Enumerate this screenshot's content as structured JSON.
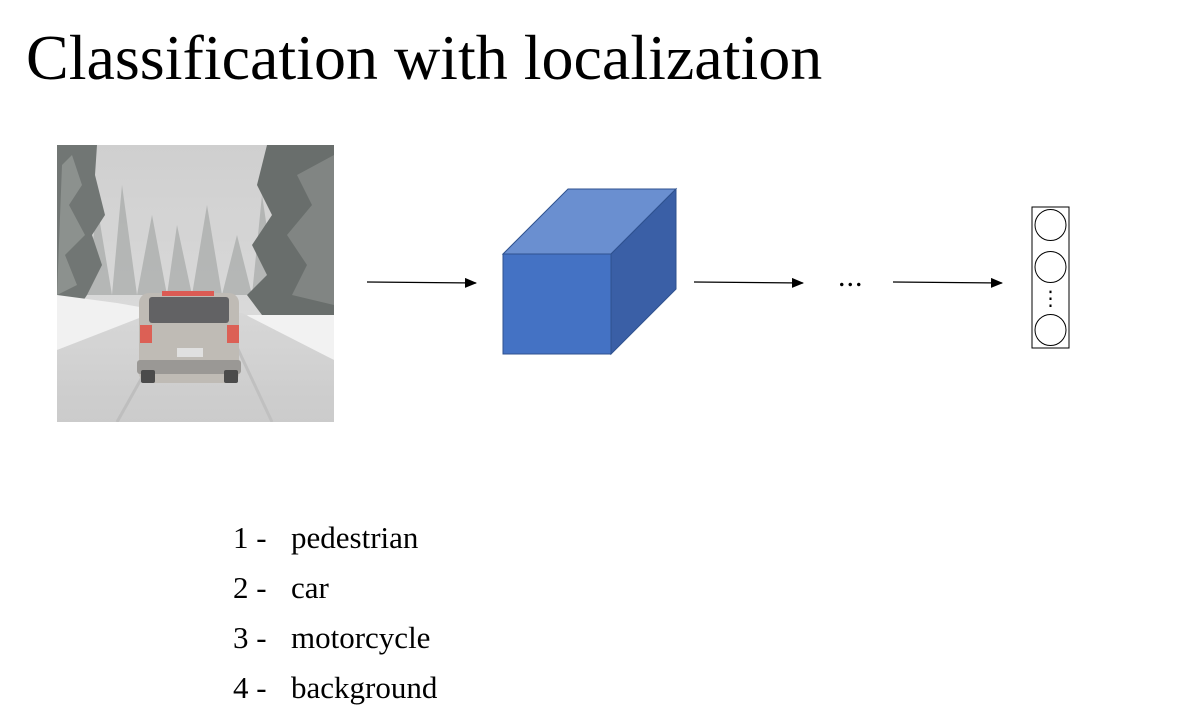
{
  "slide": {
    "title": "Classification with localization"
  },
  "image": {
    "scene": "car driving on snowy forest road",
    "colors": {
      "snow": "#e6e6e6",
      "trees": "#5a5f5c",
      "car": "#b8b3ad",
      "taillight": "#e0403a"
    }
  },
  "network": {
    "colors": {
      "front": "#4472c4",
      "top": "#6a8fd0",
      "side": "#3a5fa6",
      "edge": "#2f528f"
    }
  },
  "pipeline": {
    "ellipsis": "...",
    "output_vector": {
      "dots": "⋮"
    }
  },
  "classes": [
    {
      "num": "1 -",
      "label": "pedestrian"
    },
    {
      "num": "2 -",
      "label": "car"
    },
    {
      "num": "3 -",
      "label": "motorcycle"
    },
    {
      "num": "4 -",
      "label": "background"
    }
  ]
}
